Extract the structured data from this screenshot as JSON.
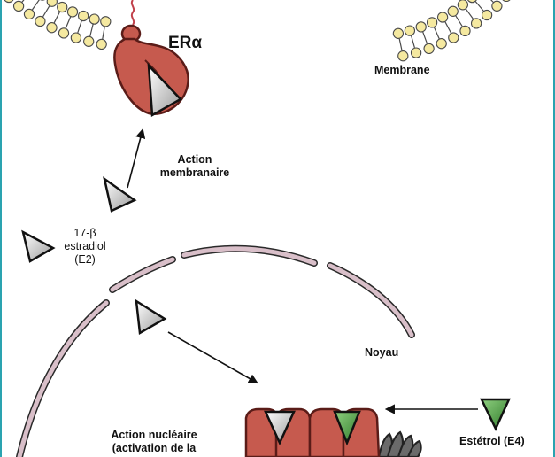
{
  "labels": {
    "receptor": "ERα",
    "membrane": "Membrane",
    "membrane_action_line1": "Action",
    "membrane_action_line2": "membranaire",
    "estradiol_line1": "17-β",
    "estradiol_line2": "estradiol",
    "estradiol_line3": "(E2)",
    "nucleus": "Noyau",
    "nuclear_action_line1": "Action nucléaire",
    "nuclear_action_line2": "(activation de la",
    "estetrol": "Estétrol (E4)"
  },
  "colors": {
    "frame": "#2aa3b0",
    "lipid_head": "#f5e9a0",
    "lipid_outline": "#4a4a4a",
    "receptor_fill": "#c65a4e",
    "receptor_dark": "#5a1c18",
    "nuclear_envelope": "#d9bfc9",
    "estradiol_ligand": "#cfcfcf",
    "estetrol_ligand": "#3f8f3a",
    "text": "#111111"
  },
  "icons": {
    "estradiol": "grey-triangle-icon",
    "estetrol": "green-triangle-icon",
    "receptor": "estrogen-receptor-icon"
  }
}
